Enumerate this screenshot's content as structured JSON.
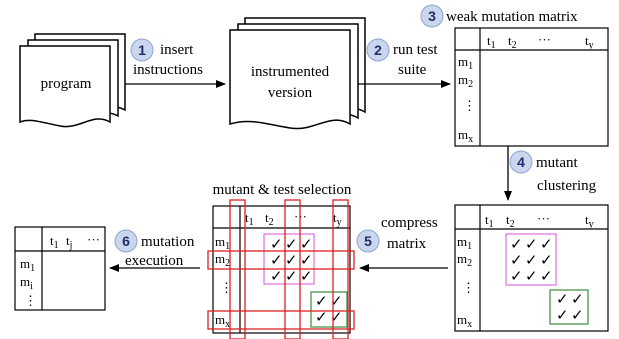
{
  "steps": [
    {
      "num": "1",
      "label_lines": [
        "insert",
        "instructions"
      ]
    },
    {
      "num": "2",
      "label_lines": [
        "run test",
        "suite"
      ]
    },
    {
      "num": "3",
      "label_lines": [
        "weak mutation matrix"
      ]
    },
    {
      "num": "4",
      "label_lines": [
        "mutant",
        "clustering"
      ]
    },
    {
      "num": "5",
      "label_lines": [
        "compress",
        "matrix"
      ]
    },
    {
      "num": "6",
      "label_lines": [
        "mutation",
        "execution"
      ]
    }
  ],
  "docs": {
    "program": "program",
    "instrumented": [
      "instrumented",
      "version"
    ]
  },
  "selection_title": "mutant & test selection",
  "matrix": {
    "col_t": "t",
    "col_1": "1",
    "col_2": "2",
    "col_y": "y",
    "col_j": "j",
    "row_m": "m",
    "row_1": "1",
    "row_2": "2",
    "row_x": "x",
    "row_i": "i",
    "ellipsis_h": "···",
    "ellipsis_v": "⋮",
    "check": "✓"
  },
  "colors": {
    "step_circle_fill": "#c9d6ee",
    "step_circle_stroke": "#8ea5d0",
    "cluster_magenta": "#e06ee0",
    "cluster_green": "#3a8a3a",
    "selection_red": "#e02020"
  }
}
